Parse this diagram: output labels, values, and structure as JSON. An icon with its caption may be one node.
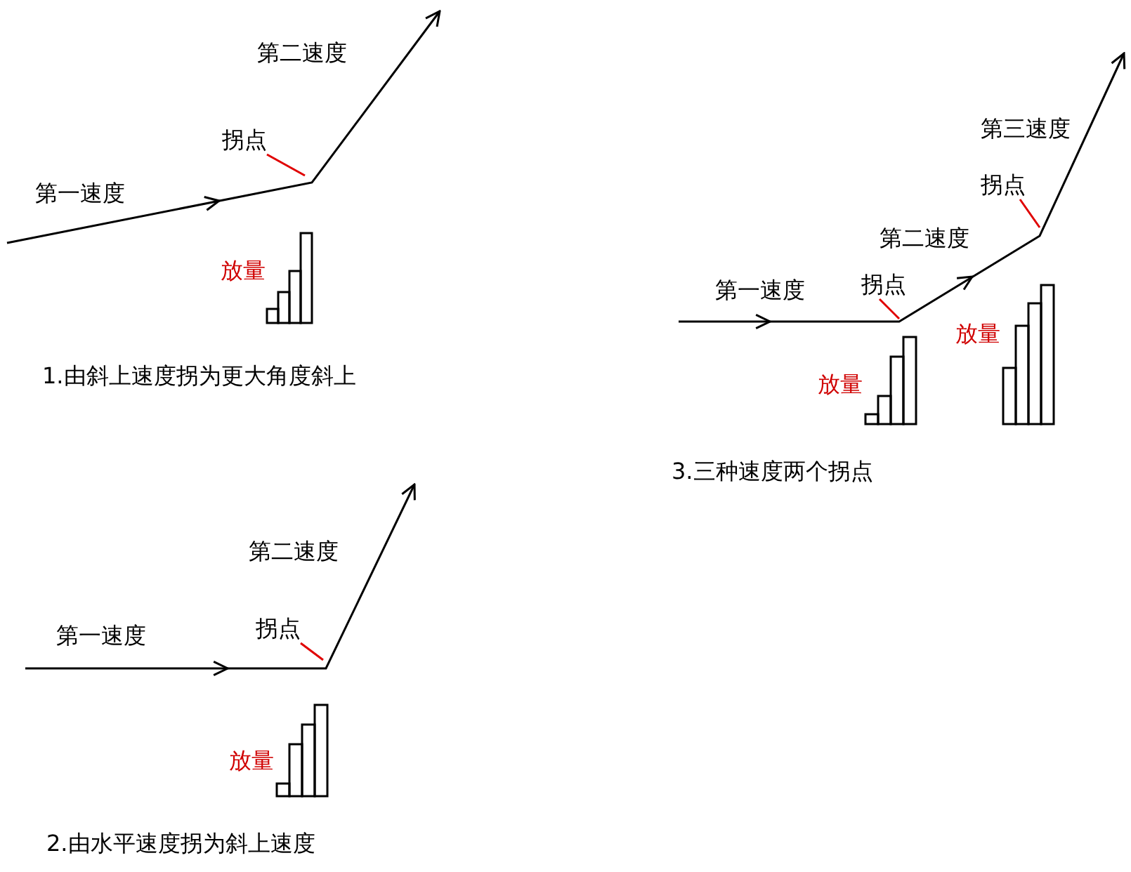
{
  "diagram": {
    "nodes": [
      {
        "text": [
          "拐点"
        ]
      },
      {
        "text": [
          "拐点"
        ]
      },
      {
        "text": [
          "拐点"
        ]
      },
      {
        "text": [
          "拐点"
        ]
      }
    ],
    "edges": [
      {
        "from": 0,
        "to": null,
        "arrow": "none"
      },
      {
        "from": 1,
        "to": null,
        "arrow": "none"
      },
      {
        "from": 2,
        "to": null,
        "arrow": "none"
      },
      {
        "from": 3,
        "to": null,
        "arrow": "none"
      }
    ],
    "labels": [
      "第二速度",
      "第一速度",
      "放量",
      "1.由斜上速度拐为更大角度斜上",
      "第三速度",
      "第二速度",
      "第一速度",
      "放量",
      "放量",
      "3.三种速度两个拐点",
      "第二速度",
      "第一速度",
      "放量",
      "2.由水平速度拐为斜上速度"
    ]
  }
}
